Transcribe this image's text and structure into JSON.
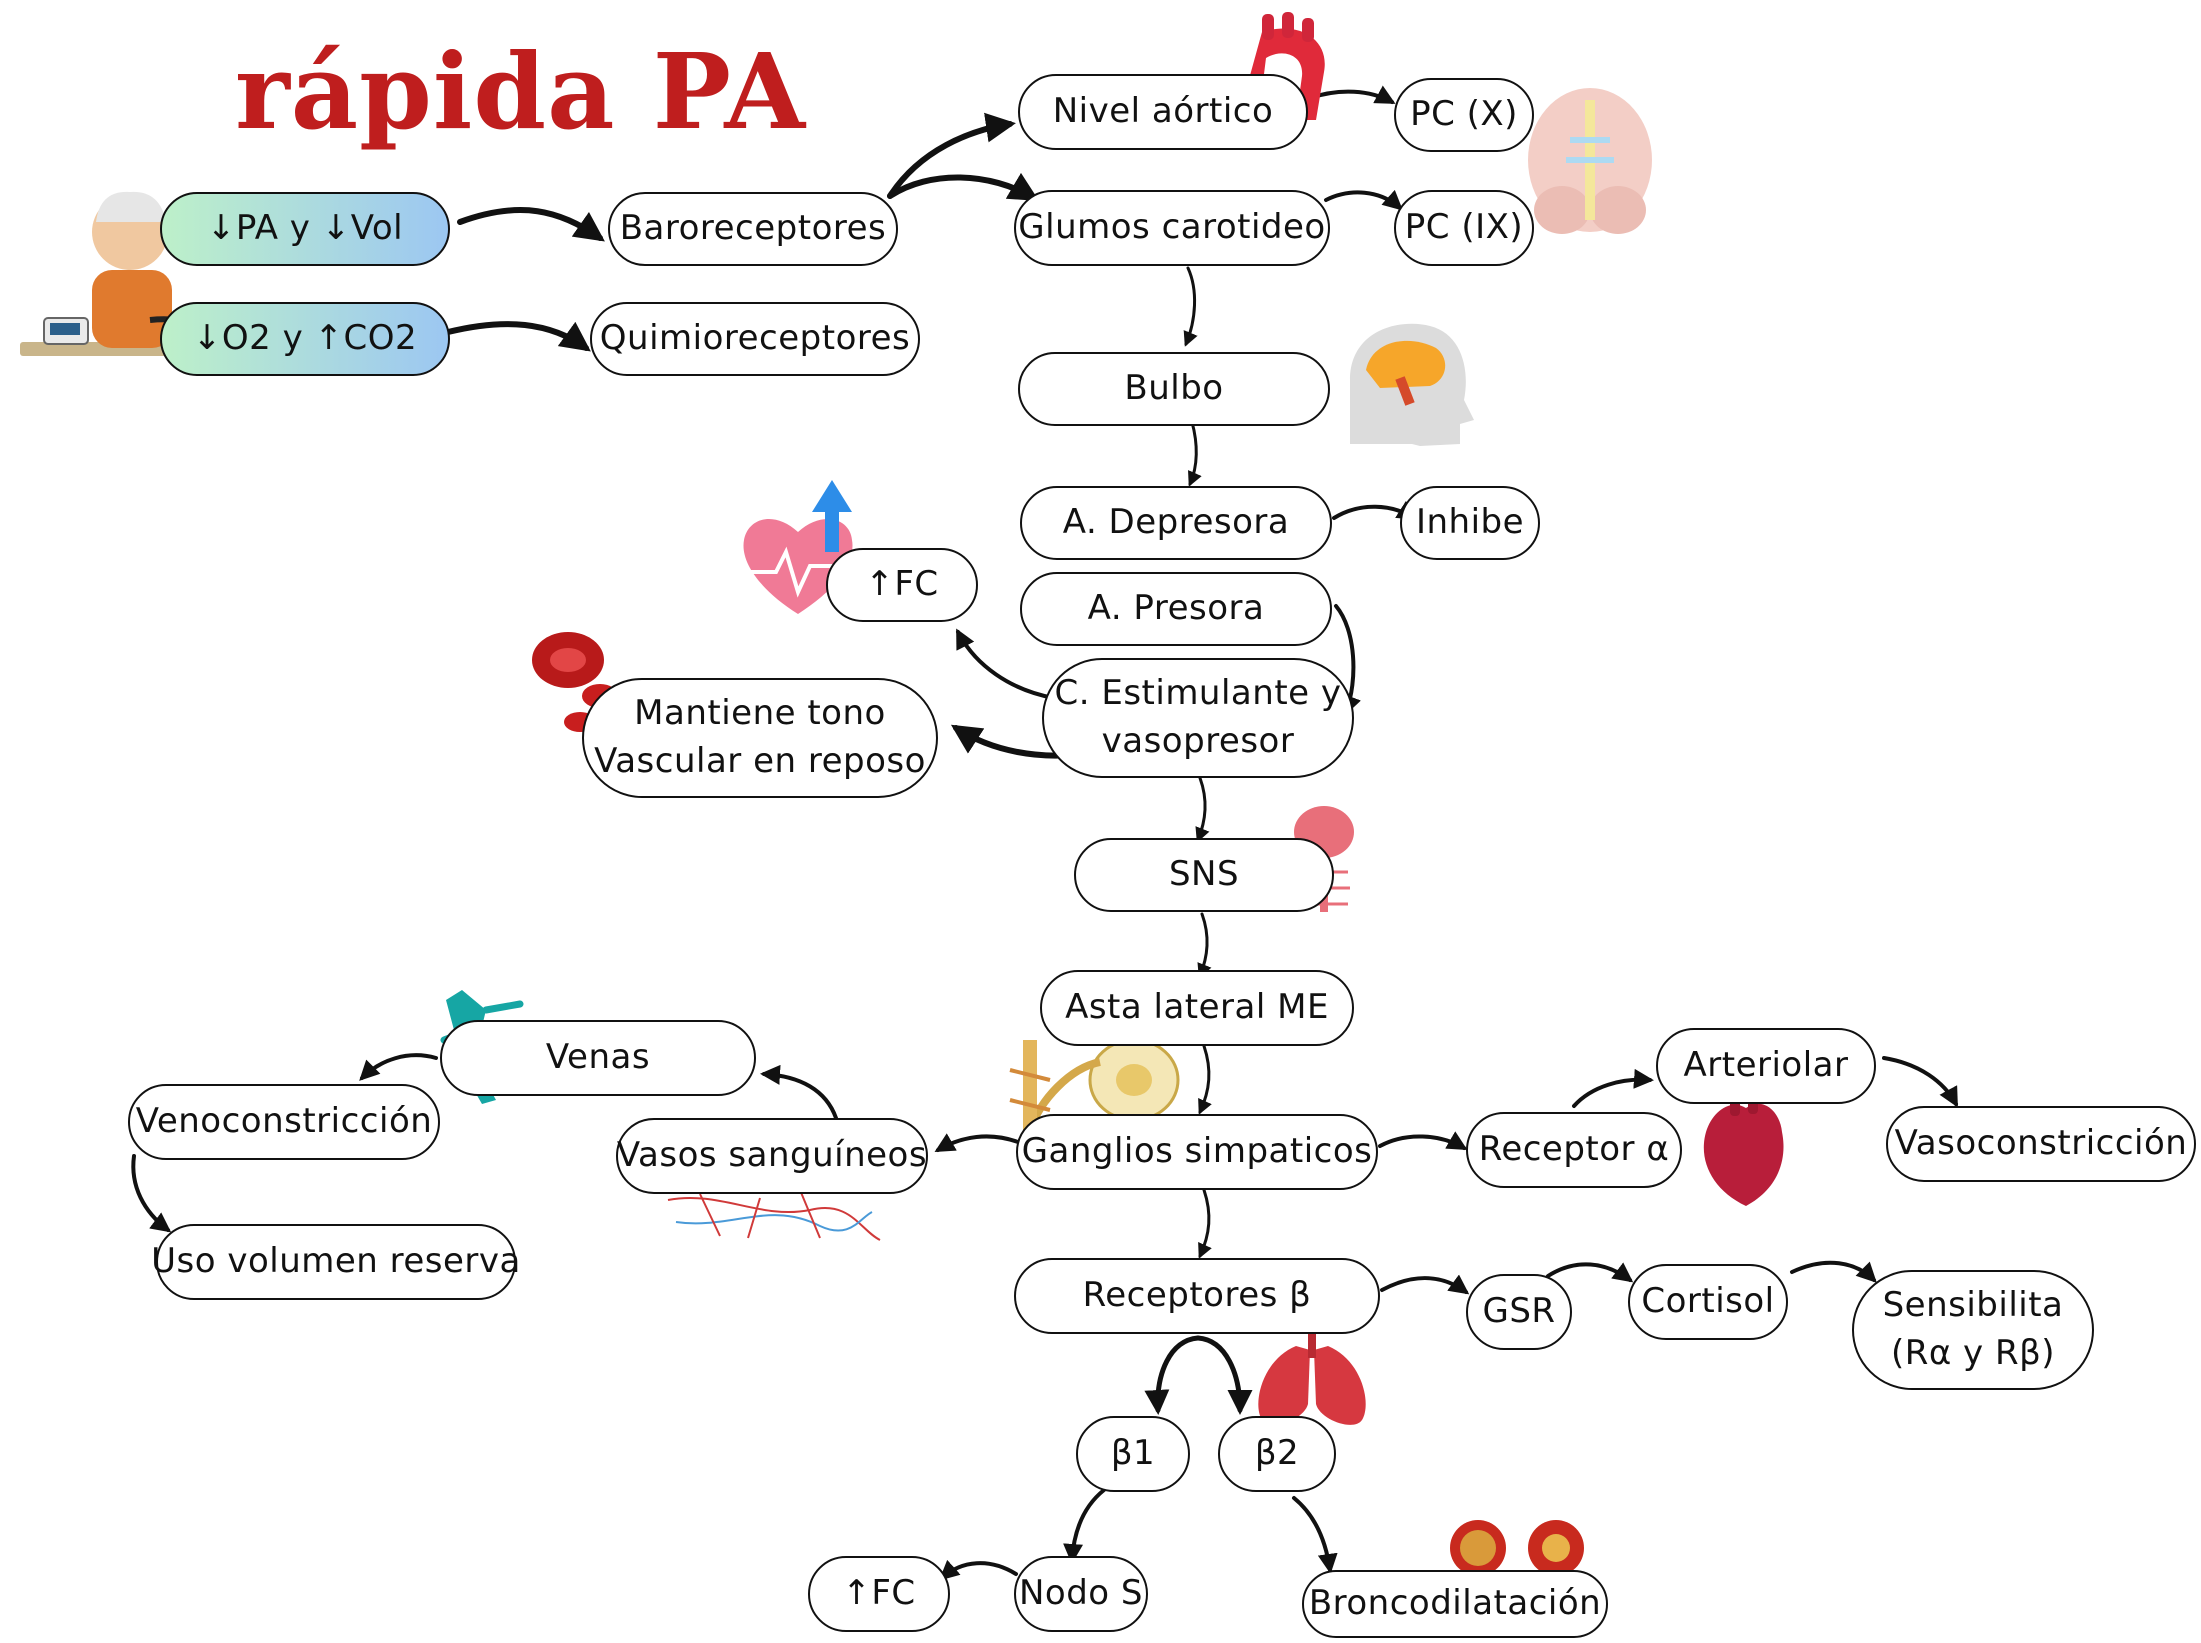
{
  "title": "rápida PA",
  "nodes": {
    "pa_vol": "↓PA y ↓Vol",
    "o2_co2": "↓O2 y ↑CO2",
    "baro": "Baroreceptores",
    "quimio": "Quimioreceptores",
    "aortico": "Nivel aórtico",
    "carotideo": "Glumos carotideo",
    "pc_x": "PC (X)",
    "pc_ix": "PC (IX)",
    "bulbo": "Bulbo",
    "depresora": "A. Depresora",
    "inhibe": "Inhibe",
    "presora": "A. Presora",
    "estimulante_l1": "C. Estimulante y",
    "estimulante_l2": "vasopresor",
    "fc_top": "↑FC",
    "tono_l1": "Mantiene tono",
    "tono_l2": "Vascular en reposo",
    "sns": "SNS",
    "asta": "Asta lateral ME",
    "ganglios": "Ganglios simpaticos",
    "vasos": "Vasos sanguíneos",
    "venas": "Venas",
    "venoconstriccion": "Venoconstricción",
    "uso_volumen": "Uso volumen reserva",
    "receptor_a": "Receptor α",
    "arteriolar": "Arteriolar",
    "vasoconstriccion": "Vasoconstricción",
    "receptores_b": "Receptores β",
    "gsr": "GSR",
    "cortisol": "Cortisol",
    "sens_l1": "Sensibilita",
    "sens_l2": "(Rα y Rβ)",
    "b1": "β1",
    "b2": "β2",
    "nodo_s": "Nodo S",
    "fc_bottom": "↑FC",
    "bronco": "Broncodilatación"
  },
  "icons": {
    "patient": "patient-bp-icon",
    "aorta": "aorta-icon",
    "brain_base": "brain-base-icon",
    "head": "head-brain-icon",
    "heart_rate": "heart-rate-icon",
    "blood_cells": "blood-cells-icon",
    "spinal": "spinal-cord-icon",
    "vein": "vein-icon",
    "ganglion": "ganglion-icon",
    "vessels": "vessels-icon",
    "heart": "heart-icon",
    "lungs": "lungs-icon",
    "bronchi": "bronchi-icon"
  },
  "colors": {
    "title": "#bf1e1e",
    "gradient_start": "#bdf0c9",
    "gradient_end": "#9cc7f2",
    "stroke": "#111111"
  }
}
